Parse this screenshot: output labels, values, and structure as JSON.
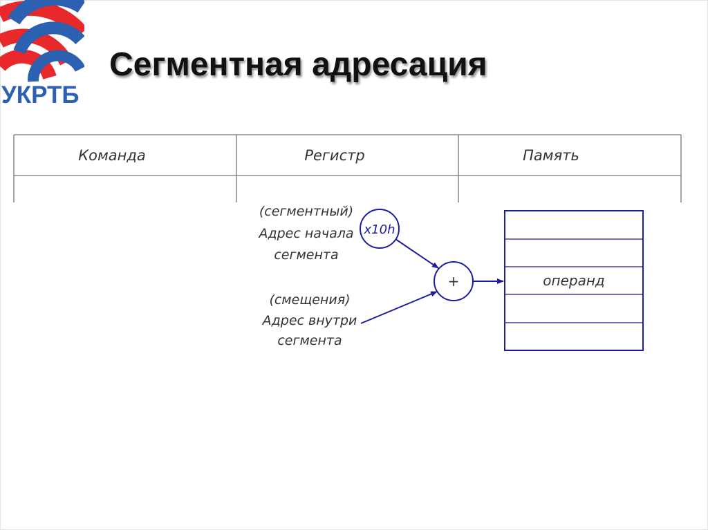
{
  "logo": {
    "text": "УКРТБ",
    "colors": {
      "arc_red": "#e8282b",
      "arc_blue": "#2c61b1"
    }
  },
  "slide": {
    "title": "Сегментная адресация"
  },
  "table": {
    "headers": [
      "Команда",
      "Регистр",
      "Память"
    ]
  },
  "diagram": {
    "segment_label": [
      "(сегментный)",
      "Адрес начала",
      "сегмента"
    ],
    "offset_label": [
      "(смещения)",
      "Адрес внутри",
      "сегмента"
    ],
    "multiplier": "x10h",
    "adder": "+",
    "memory_operand": "операнд",
    "line_color": "#1c1c9e"
  }
}
